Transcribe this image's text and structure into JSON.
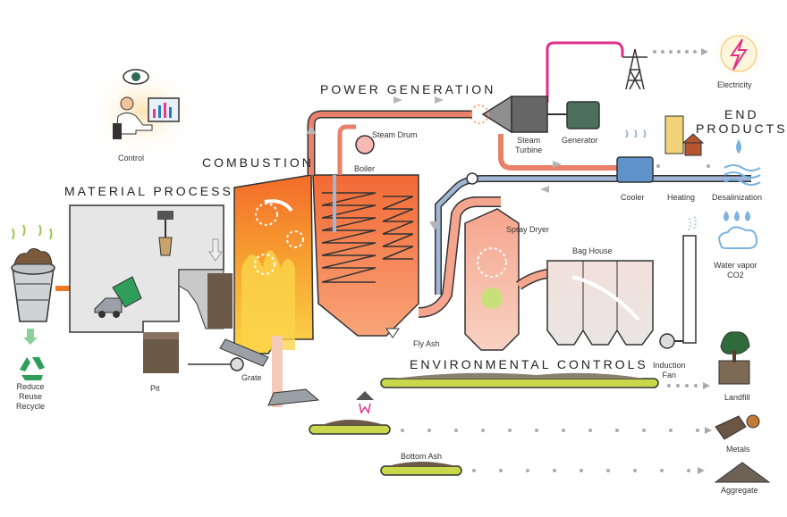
{
  "sections": {
    "power_generation": "POWER GENERATION",
    "combustion": "COMBUSTION",
    "material_process": "MATERIAL PROCESS",
    "end_products": "END\nPRODUCTS",
    "environmental_controls": "ENVIRONMENTAL CONTROLS"
  },
  "labels": {
    "control": "Control",
    "electricity": "Electricity",
    "steam_drum": "Steam Drum",
    "boiler": "Boiler",
    "steam_turbine": "Steam\nTurbine",
    "generator": "Generator",
    "cooler": "Cooler",
    "heating": "Heating",
    "desalinization": "Desalinization",
    "spray_dryer": "Spray Dryer",
    "bag_house": "Bag House",
    "water_vapor": "Water vapor\nCO2",
    "fly_ash": "Fly Ash",
    "induction_fan": "Induction\nFan",
    "landfill": "Landfill",
    "pit": "Pit",
    "grate": "Grate",
    "reduce_reuse_recycle": "Reduce\nReuse\nRecycle",
    "metals": "Metals",
    "bottom_ash": "Bottom Ash",
    "aggregate": "Aggregate"
  },
  "colors": {
    "steam_pipe": "#e8806a",
    "water_pipe": "#9fb6d6",
    "fire": "#f39422",
    "boiler_body": "#f47c3c",
    "conveyor": "#c8d84a",
    "recycle_green": "#2e9e5a",
    "electric_pink": "#e0318a",
    "arrow_gray": "#b5b5b5"
  }
}
